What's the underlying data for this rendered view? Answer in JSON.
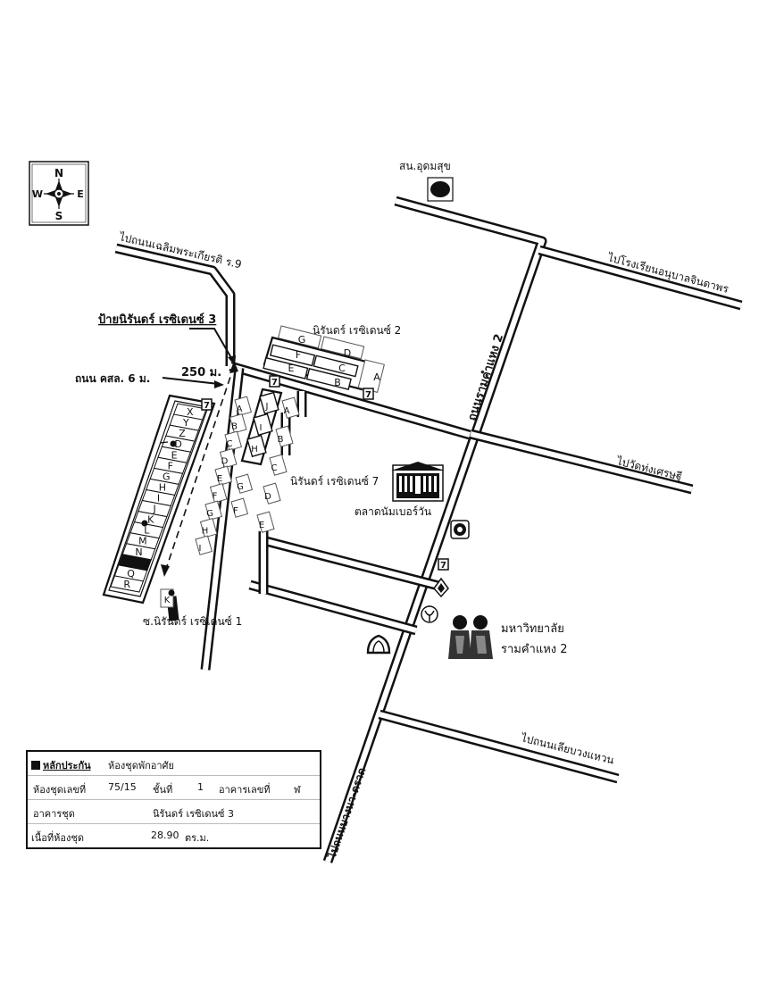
{
  "compass": {
    "n": "N",
    "s": "S",
    "e": "E",
    "w": "W"
  },
  "labels": {
    "community_school": "สน.อุดมสุข",
    "road_chalermprakiat": "ไปถนนเฉลิมพระเกียรติ ร.9",
    "road_anuban": "ไปโรงเรียนอนุบาลจินดาพร",
    "sign_nirun3": "ป้ายนิรันดร์ เรซิเดนซ์ 3",
    "nirun2": "นิรันดร์ เรซิเดนซ์ 2",
    "ramkhamhaeng2_road": "ถนนรามคำแหง 2",
    "distance": "250 ม.",
    "road_kssl": "ถนน คสล. 6 ม.",
    "nirun7": "นิรันดร์ เรซิเดนซ์ 7",
    "wat_thung": "ไปวัดทุ่งเศรษฐี",
    "market": "ตลาดนัมเบอร์วัน",
    "soi_nirun1": "ซ.นิรันดร์ เรซิเดนซ์ 1",
    "university_line1": "มหาวิทยาลัย",
    "university_line2": "รามคำแหง 2",
    "road_bang_na": "ไปถนนเลียบวงแหวน",
    "road_bang_na_trat": "ไปถนนบางนา-ตราด"
  },
  "blocks": {
    "nirun3_letters": [
      "X",
      "Y",
      "Z",
      "D",
      "E",
      "F",
      "G",
      "H",
      "I",
      "J",
      "K",
      "L",
      "M",
      "N",
      "",
      "Q",
      "R"
    ],
    "nirun2_top": [
      "G",
      "F",
      "E"
    ],
    "nirun2_mid": [
      "D",
      "C",
      "B"
    ],
    "nirun2_side": "A",
    "mid_col1": [
      "A",
      "B",
      "C",
      "D",
      "E",
      "F",
      "G",
      "H",
      "I"
    ],
    "mid_col2": [
      "G",
      "F"
    ],
    "mid_col3": [
      "J",
      "I",
      "H"
    ],
    "right_col": [
      "A",
      "B",
      "C",
      "D",
      "E"
    ],
    "bottom_k": "K"
  },
  "legend": {
    "header": "หลักประกัน",
    "header_value": "ห้องชุดพักอาศัย",
    "unit_label": "ห้องชุดเลขที่",
    "unit_value": "75/15",
    "floor_label": "ชั้นที่",
    "floor_value": "1",
    "building_label": "อาคารเลขที่",
    "building_value": "ฬ",
    "condo_label": "อาคารชุด",
    "condo_value": "นิรันดร์ เรซิเดนซ์ 3",
    "area_label": "เนื้อที่ห้องชุด",
    "area_value": "28.90",
    "area_unit": "ตร.ม."
  }
}
